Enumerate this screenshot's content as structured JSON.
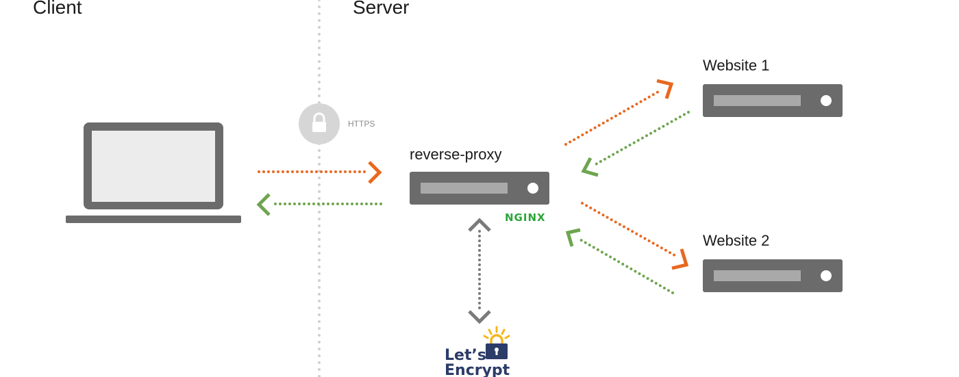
{
  "sections": {
    "client": "Client",
    "server": "Server"
  },
  "lock_badge": {
    "text": "HTTPS",
    "icon": "padlock-icon"
  },
  "nodes": {
    "proxy": {
      "label": "reverse-proxy",
      "logo_text": "NGINX",
      "icon": "server-icon"
    },
    "website1": {
      "label": "Website 1",
      "icon": "server-icon"
    },
    "website2": {
      "label": "Website 2",
      "icon": "server-icon"
    },
    "client_device": {
      "icon": "laptop-icon"
    },
    "letsencrypt": {
      "line1": "Let’s",
      "line2": "Encrypt",
      "icon": "letsencrypt-logo"
    }
  },
  "colors": {
    "request": "#e8681f",
    "response": "#6ea54f",
    "cert": "#7a7a7a",
    "device": "#6b6b6b",
    "screen": "#ececec",
    "divider": "#d0d0d0",
    "nginx": "#2aa63a",
    "le_blue": "#2c3c69",
    "le_yellow": "#f7b51b"
  }
}
